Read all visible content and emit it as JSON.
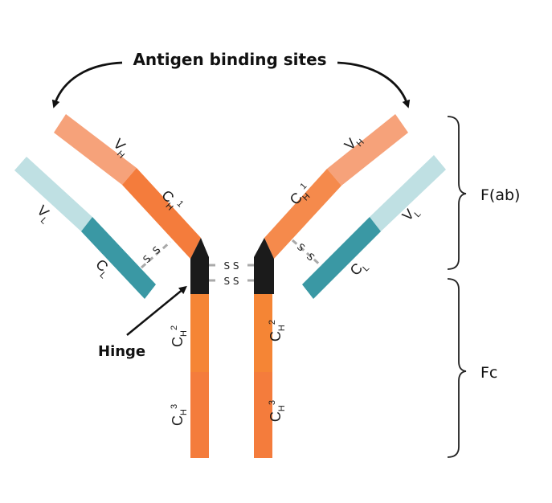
{
  "title": "Antigen binding sites",
  "labels": {
    "hinge": "Hinge",
    "fab": "F(ab)",
    "fc": "Fc",
    "vh": "V",
    "vh_sub": "H",
    "vl": "V",
    "vl_sub": "L",
    "ch": "C",
    "ch_sub": "H",
    "ch1_sup": "1",
    "ch2_sup": "2",
    "ch3_sup": "3",
    "cl": "C",
    "cl_sub": "L",
    "disulfide": "S",
    "disulfide_pair": "S S"
  },
  "colors": {
    "heavy_variable": "#f6a27a",
    "heavy_constant": "#f47c3c",
    "heavy_stem": "#f58535",
    "light_variable": "#bfe0e3",
    "light_constant": "#3a98a4",
    "hinge": "#1b1b1b",
    "bond": "#a9a9a9",
    "text": "#111111"
  }
}
